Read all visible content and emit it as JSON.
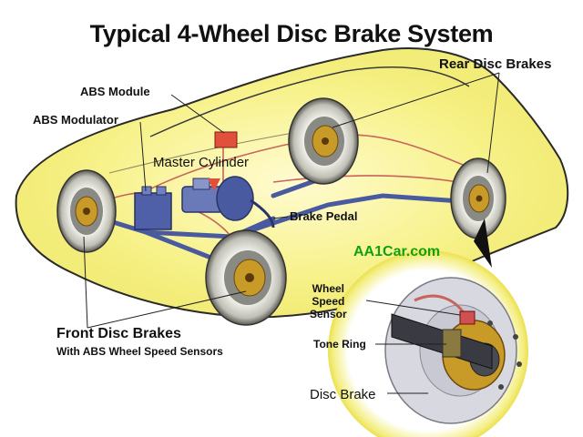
{
  "title": "Typical 4-Wheel Disc Brake System",
  "labels": {
    "rear_disc_brakes": "Rear Disc Brakes",
    "abs_module": "ABS Module",
    "abs_modulator": "ABS Modulator",
    "master_cylinder": "Master Cylinder",
    "brake_pedal": "Brake Pedal",
    "watermark": "AA1Car.com",
    "front_disc_brakes": "Front Disc Brakes",
    "front_subtitle": "With ABS Wheel Speed Sensors",
    "wheel_speed_sensor_1": "Wheel",
    "wheel_speed_sensor_2": "Speed",
    "wheel_speed_sensor_3": "Sensor",
    "tone_ring": "Tone Ring",
    "disc_brake": "Disc Brake"
  },
  "colors": {
    "car_glow": "#f5f08a",
    "car_outline": "#2a2a2a",
    "brake_line": "#c8645a",
    "chassis_tube": "#4a5aa0",
    "caliper": "#c89a28",
    "abs_module": "#e0503a",
    "watermark": "#12a012"
  }
}
